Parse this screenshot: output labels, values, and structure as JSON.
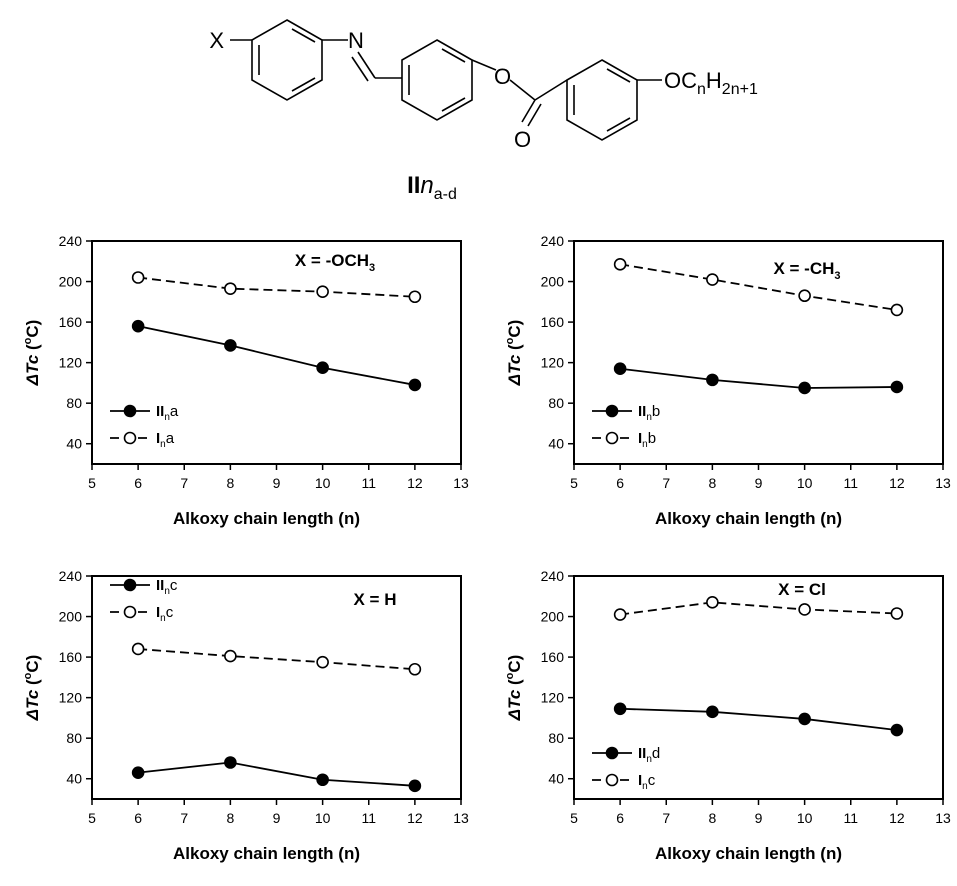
{
  "figure": {
    "structure": {
      "substituent": "X",
      "imine_n": "N",
      "ester_o": "O",
      "carbonyl_o": "O",
      "alkoxy": {
        "main": "OC",
        "sub1": "n",
        "mid": "H",
        "sub2": "2n+1"
      },
      "compound": {
        "bold": "II",
        "italic": "n",
        "sub": "a-d"
      }
    }
  },
  "chart_data": [
    {
      "type": "line",
      "xlabel": "Alkoxy chain length (n)",
      "ylabel": {
        "delta": "Δ",
        "italic": "Tc",
        "paren_open": " (",
        "sup": "o",
        "unit": "C)"
      },
      "xlim": [
        5,
        13
      ],
      "ylim": [
        20,
        240
      ],
      "xticks": [
        5,
        6,
        7,
        8,
        9,
        10,
        11,
        12,
        13
      ],
      "yticks": [
        40,
        80,
        120,
        160,
        200,
        240
      ],
      "annotation": {
        "main": "X = -OCH",
        "sub": "3"
      },
      "legend_position": "left-lower",
      "x": [
        6,
        8,
        10,
        12
      ],
      "series": [
        {
          "legend": {
            "bold": "II",
            "sub": "n",
            "suffix": "a"
          },
          "style": "solid-filled",
          "values": [
            156,
            137,
            115,
            98
          ]
        },
        {
          "legend": {
            "bold": "I",
            "sub": "n",
            "suffix": "a"
          },
          "style": "dashed-open",
          "values": [
            204,
            193,
            190,
            185
          ]
        }
      ]
    },
    {
      "type": "line",
      "xlabel": "Alkoxy chain length (n)",
      "ylabel": {
        "delta": "Δ",
        "italic": "Tc",
        "paren_open": " (",
        "sup": "o",
        "unit": "C)"
      },
      "xlim": [
        5,
        13
      ],
      "ylim": [
        20,
        240
      ],
      "xticks": [
        5,
        6,
        7,
        8,
        9,
        10,
        11,
        12,
        13
      ],
      "yticks": [
        40,
        80,
        120,
        160,
        200,
        240
      ],
      "annotation": {
        "main": "X = -CH",
        "sub": "3"
      },
      "legend_position": "left-lower",
      "x": [
        6,
        8,
        10,
        12
      ],
      "series": [
        {
          "legend": {
            "bold": "II",
            "sub": "n",
            "suffix": "b"
          },
          "style": "solid-filled",
          "values": [
            114,
            103,
            95,
            96
          ]
        },
        {
          "legend": {
            "bold": "I",
            "sub": "n",
            "suffix": "b"
          },
          "style": "dashed-open",
          "values": [
            217,
            202,
            186,
            172
          ]
        }
      ]
    },
    {
      "type": "line",
      "xlabel": "Alkoxy chain length (n)",
      "ylabel": {
        "delta": "Δ",
        "italic": "Tc",
        "paren_open": " (",
        "sup": "o",
        "unit": "C)"
      },
      "xlim": [
        5,
        13
      ],
      "ylim": [
        20,
        240
      ],
      "xticks": [
        5,
        6,
        7,
        8,
        9,
        10,
        11,
        12,
        13
      ],
      "yticks": [
        40,
        80,
        120,
        160,
        200,
        240
      ],
      "annotation": {
        "main": "X = H",
        "sub": ""
      },
      "legend_position": "left-upper",
      "x": [
        6,
        8,
        10,
        12
      ],
      "series": [
        {
          "legend": {
            "bold": "II",
            "sub": "n",
            "suffix": "c"
          },
          "style": "solid-filled",
          "values": [
            46,
            56,
            39,
            33
          ]
        },
        {
          "legend": {
            "bold": "I",
            "sub": "n",
            "suffix": "c"
          },
          "style": "dashed-open",
          "values": [
            168,
            161,
            155,
            148
          ]
        }
      ]
    },
    {
      "type": "line",
      "xlabel": "Alkoxy chain length (n)",
      "ylabel": {
        "delta": "Δ",
        "italic": "Tc",
        "paren_open": " (",
        "sup": "o",
        "unit": "C)"
      },
      "xlim": [
        5,
        13
      ],
      "ylim": [
        20,
        240
      ],
      "xticks": [
        5,
        6,
        7,
        8,
        9,
        10,
        11,
        12,
        13
      ],
      "yticks": [
        40,
        80,
        120,
        160,
        200,
        240
      ],
      "annotation": {
        "main": "X = Cl",
        "sub": ""
      },
      "legend_position": "left-lower",
      "x": [
        6,
        8,
        10,
        12
      ],
      "series": [
        {
          "legend": {
            "bold": "II",
            "sub": "n",
            "suffix": "d"
          },
          "style": "solid-filled",
          "values": [
            109,
            106,
            99,
            88
          ]
        },
        {
          "legend": {
            "bold": "I",
            "sub": "n",
            "suffix": "c"
          },
          "style": "dashed-open",
          "values": [
            202,
            214,
            207,
            203
          ]
        }
      ]
    }
  ]
}
